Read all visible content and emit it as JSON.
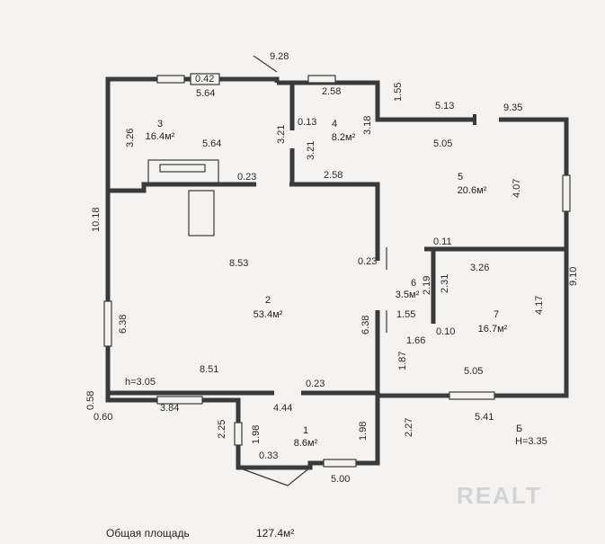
{
  "rooms": [
    {
      "number": "1",
      "area": "8.6м²"
    },
    {
      "number": "2",
      "area": "53.4м²"
    },
    {
      "number": "3",
      "area": "16.4м²"
    },
    {
      "number": "4",
      "area": "8.2м²"
    },
    {
      "number": "5",
      "area": "20.6м²"
    },
    {
      "number": "6",
      "area": "3.5м²"
    },
    {
      "number": "7",
      "area": "16.7м²"
    }
  ],
  "dimensions": [
    "9.28",
    "5.64",
    "0.42",
    "5.64",
    "3.26",
    "10.18",
    "6.38",
    "0.58",
    "0.60",
    "3.84",
    "8.51",
    "8.53",
    "0.23",
    "2.58",
    "3.21",
    "0.13",
    "3.21",
    "3.18",
    "2.58",
    "1.55",
    "5.13",
    "9.35",
    "5.05",
    "4.07",
    "9.10",
    "0.11",
    "3.26",
    "2.19",
    "2.31",
    "0.10",
    "4.17",
    "1.55",
    "1.66",
    "6.38",
    "1.87",
    "5.05",
    "5.41",
    "0.23",
    "4.44",
    "2.25",
    "1.98",
    "1.98",
    "2.27",
    "0.33",
    "5.00",
    "0.23"
  ],
  "heights": {
    "left": "h=3.05",
    "right": "H=3.35"
  },
  "letter": "Б",
  "total": {
    "label": "Общая площадь",
    "value": "127.4м²"
  },
  "watermark": "REALT"
}
